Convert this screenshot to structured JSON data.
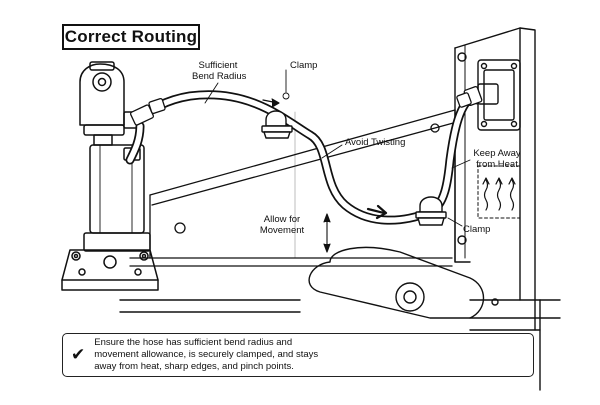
{
  "title": "Correct Routing",
  "labels": {
    "bend_radius": [
      "Sufficient",
      "Bend Radius"
    ],
    "clamp_top": "Clamp",
    "avoid_twisting": "Avoid Twisting",
    "keep_away": [
      "Keep Away",
      "from Heat"
    ],
    "allow_movement": [
      "Allow for",
      "Movement"
    ],
    "clamp_bottom": "Clamp"
  },
  "note": {
    "icon": "checkmark-icon",
    "lines": [
      "Ensure the hose has sufficient bend radius and",
      "movement allowance, is securely clamped, and stays",
      "away from heat, sharp edges, and pinch points."
    ]
  }
}
